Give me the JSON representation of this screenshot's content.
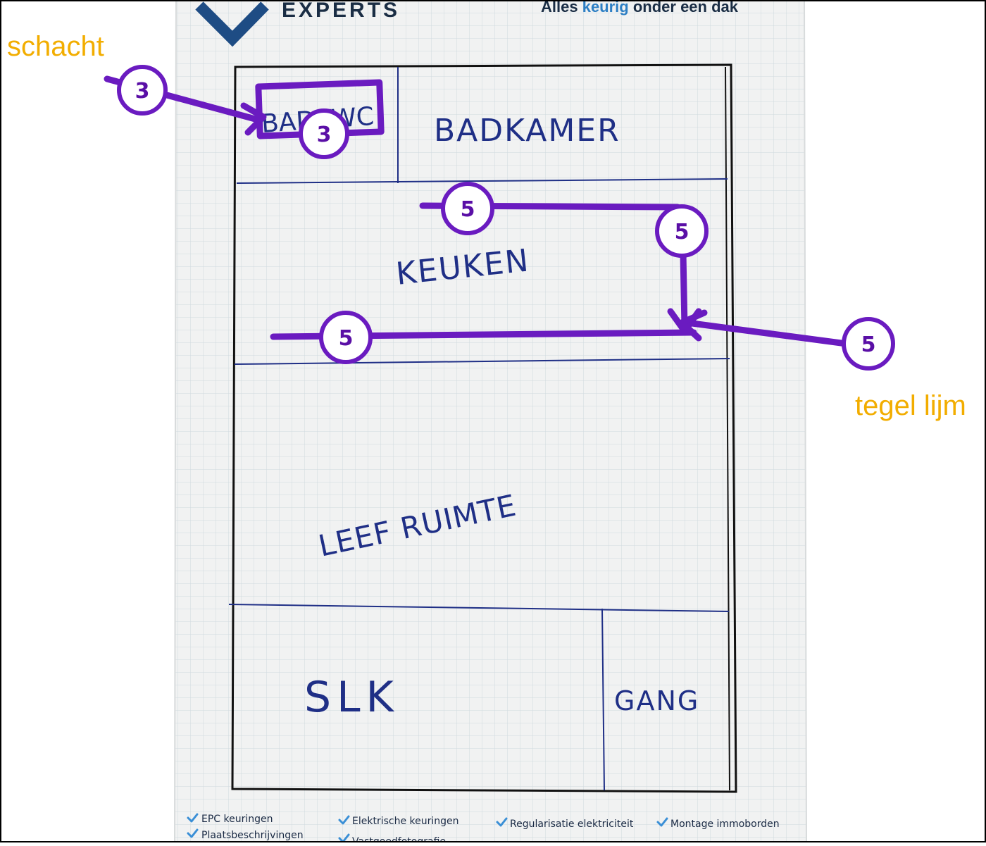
{
  "header": {
    "logo_text": "EXPERTS",
    "tagline_prefix": "Alles ",
    "tagline_highlight": "keurig",
    "tagline_suffix": " onder een dak"
  },
  "labels": {
    "schacht": "schacht",
    "tegel_lijm": "tegel lijm"
  },
  "rooms": {
    "top_left": "BADKWC",
    "badkamer": "BADKAMER",
    "keuken": "KEUKEN",
    "leefruimte": "LEEF RUIMTE",
    "slk": "SLK",
    "gang": "GANG"
  },
  "markers": {
    "three_a": "3",
    "three_b": "3",
    "five_a": "5",
    "five_b": "5",
    "five_c": "5",
    "five_d": "5"
  },
  "footer": {
    "col1_row1": "EPC keuringen",
    "col1_row2": "Plaatsbeschrijvingen",
    "col2_row1": "Elektrische keuringen",
    "col2_row2": "Vastgoedfotografie",
    "col3_row1": "Regularisatie elektriciteit",
    "col4_row1": "Montage immoborden"
  },
  "colors": {
    "annotation": "#6a1bc0",
    "label": "#f2ad00",
    "ink": "#1f2f86",
    "brand": "#1e4c84"
  }
}
